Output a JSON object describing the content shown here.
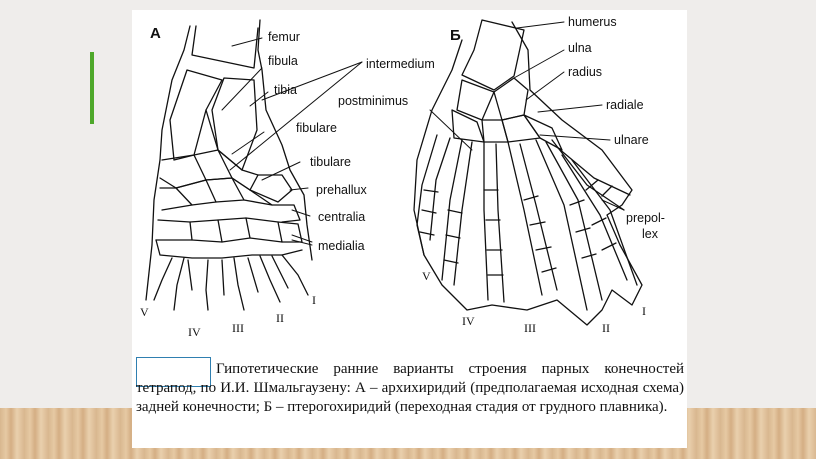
{
  "panels": {
    "a_letter": "A",
    "b_letter": "Б"
  },
  "labels_a": {
    "femur": "femur",
    "fibula": "fibula",
    "tibia": "tibia",
    "intermedium": "intermedium",
    "postminimus": "postminimus",
    "fibulare": "fibulare",
    "tibulare": "tibulare",
    "prehallux": "prehallux",
    "centralia": "centralia",
    "medialia": "medialia"
  },
  "labels_b": {
    "humerus": "humerus",
    "ulna": "ulna",
    "radius": "radius",
    "radiale": "radiale",
    "ulnare": "ulnare",
    "prepollex_1": "prepol-",
    "prepollex_2": "lex"
  },
  "digits_a": [
    "V",
    "IV",
    "III",
    "II",
    "I"
  ],
  "digits_b": [
    "V",
    "IV",
    "III",
    "II",
    "I"
  ],
  "caption": "Гипотетические ранние варианты строения парных конечностей тетрапод, по И.И. Шмальгаузену: А – архихиридий (предполагаемая исходная схема) задней конечности; Б – птерогохиридий (переходная стадия от грудного плавника).",
  "colors": {
    "accent": "#4ea82a",
    "caption_box": "#2f7fb0"
  }
}
